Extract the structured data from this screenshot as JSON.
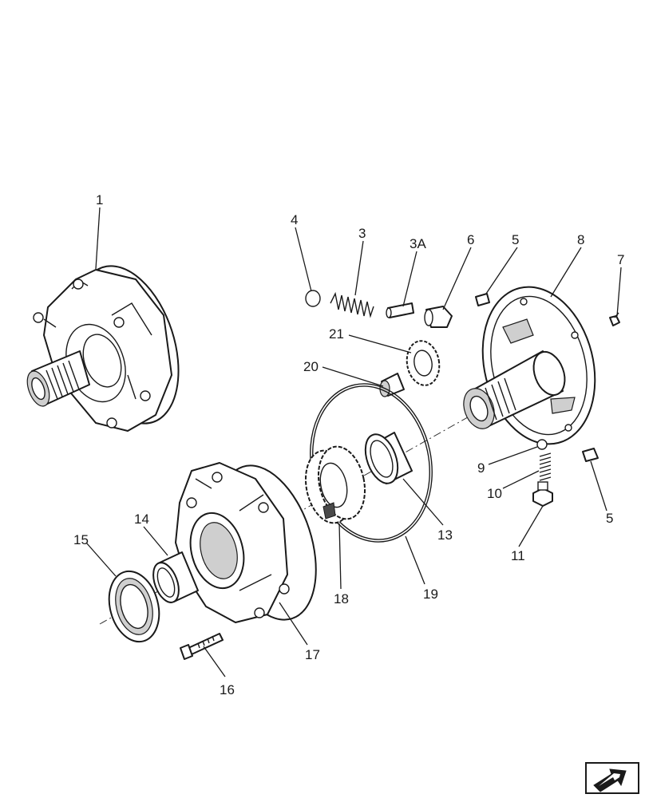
{
  "callouts": {
    "c1": "1",
    "c2": "3",
    "c3": "3A",
    "c4": "4",
    "c5": "5",
    "c5b": "5",
    "c6": "6",
    "c7": "7",
    "c8": "8",
    "c9": "9",
    "c10": "10",
    "c11": "11",
    "c13": "13",
    "c14": "14",
    "c15": "15",
    "c16": "16",
    "c17": "17",
    "c18": "18",
    "c19": "19",
    "c20": "20",
    "c21": "21"
  },
  "icons": {
    "nav": "next-page-arrow-icon"
  }
}
